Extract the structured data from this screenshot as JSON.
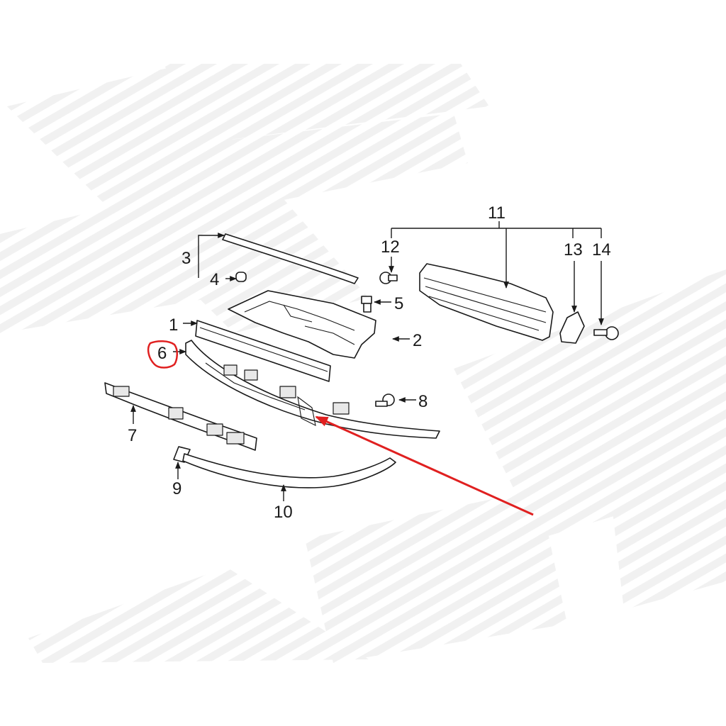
{
  "callouts": {
    "c1": "1",
    "c2": "2",
    "c3": "3",
    "c4": "4",
    "c5": "5",
    "c6": "6",
    "c7": "7",
    "c8": "8",
    "c9": "9",
    "c10": "10",
    "c11": "11",
    "c12": "12",
    "c13": "13",
    "c14": "14"
  },
  "highlight": {
    "target_callout": "6",
    "color": "#e02020"
  },
  "colors": {
    "line_art": "#1a1a1a",
    "watermark": "#f1f1f1",
    "background": "#ffffff"
  }
}
